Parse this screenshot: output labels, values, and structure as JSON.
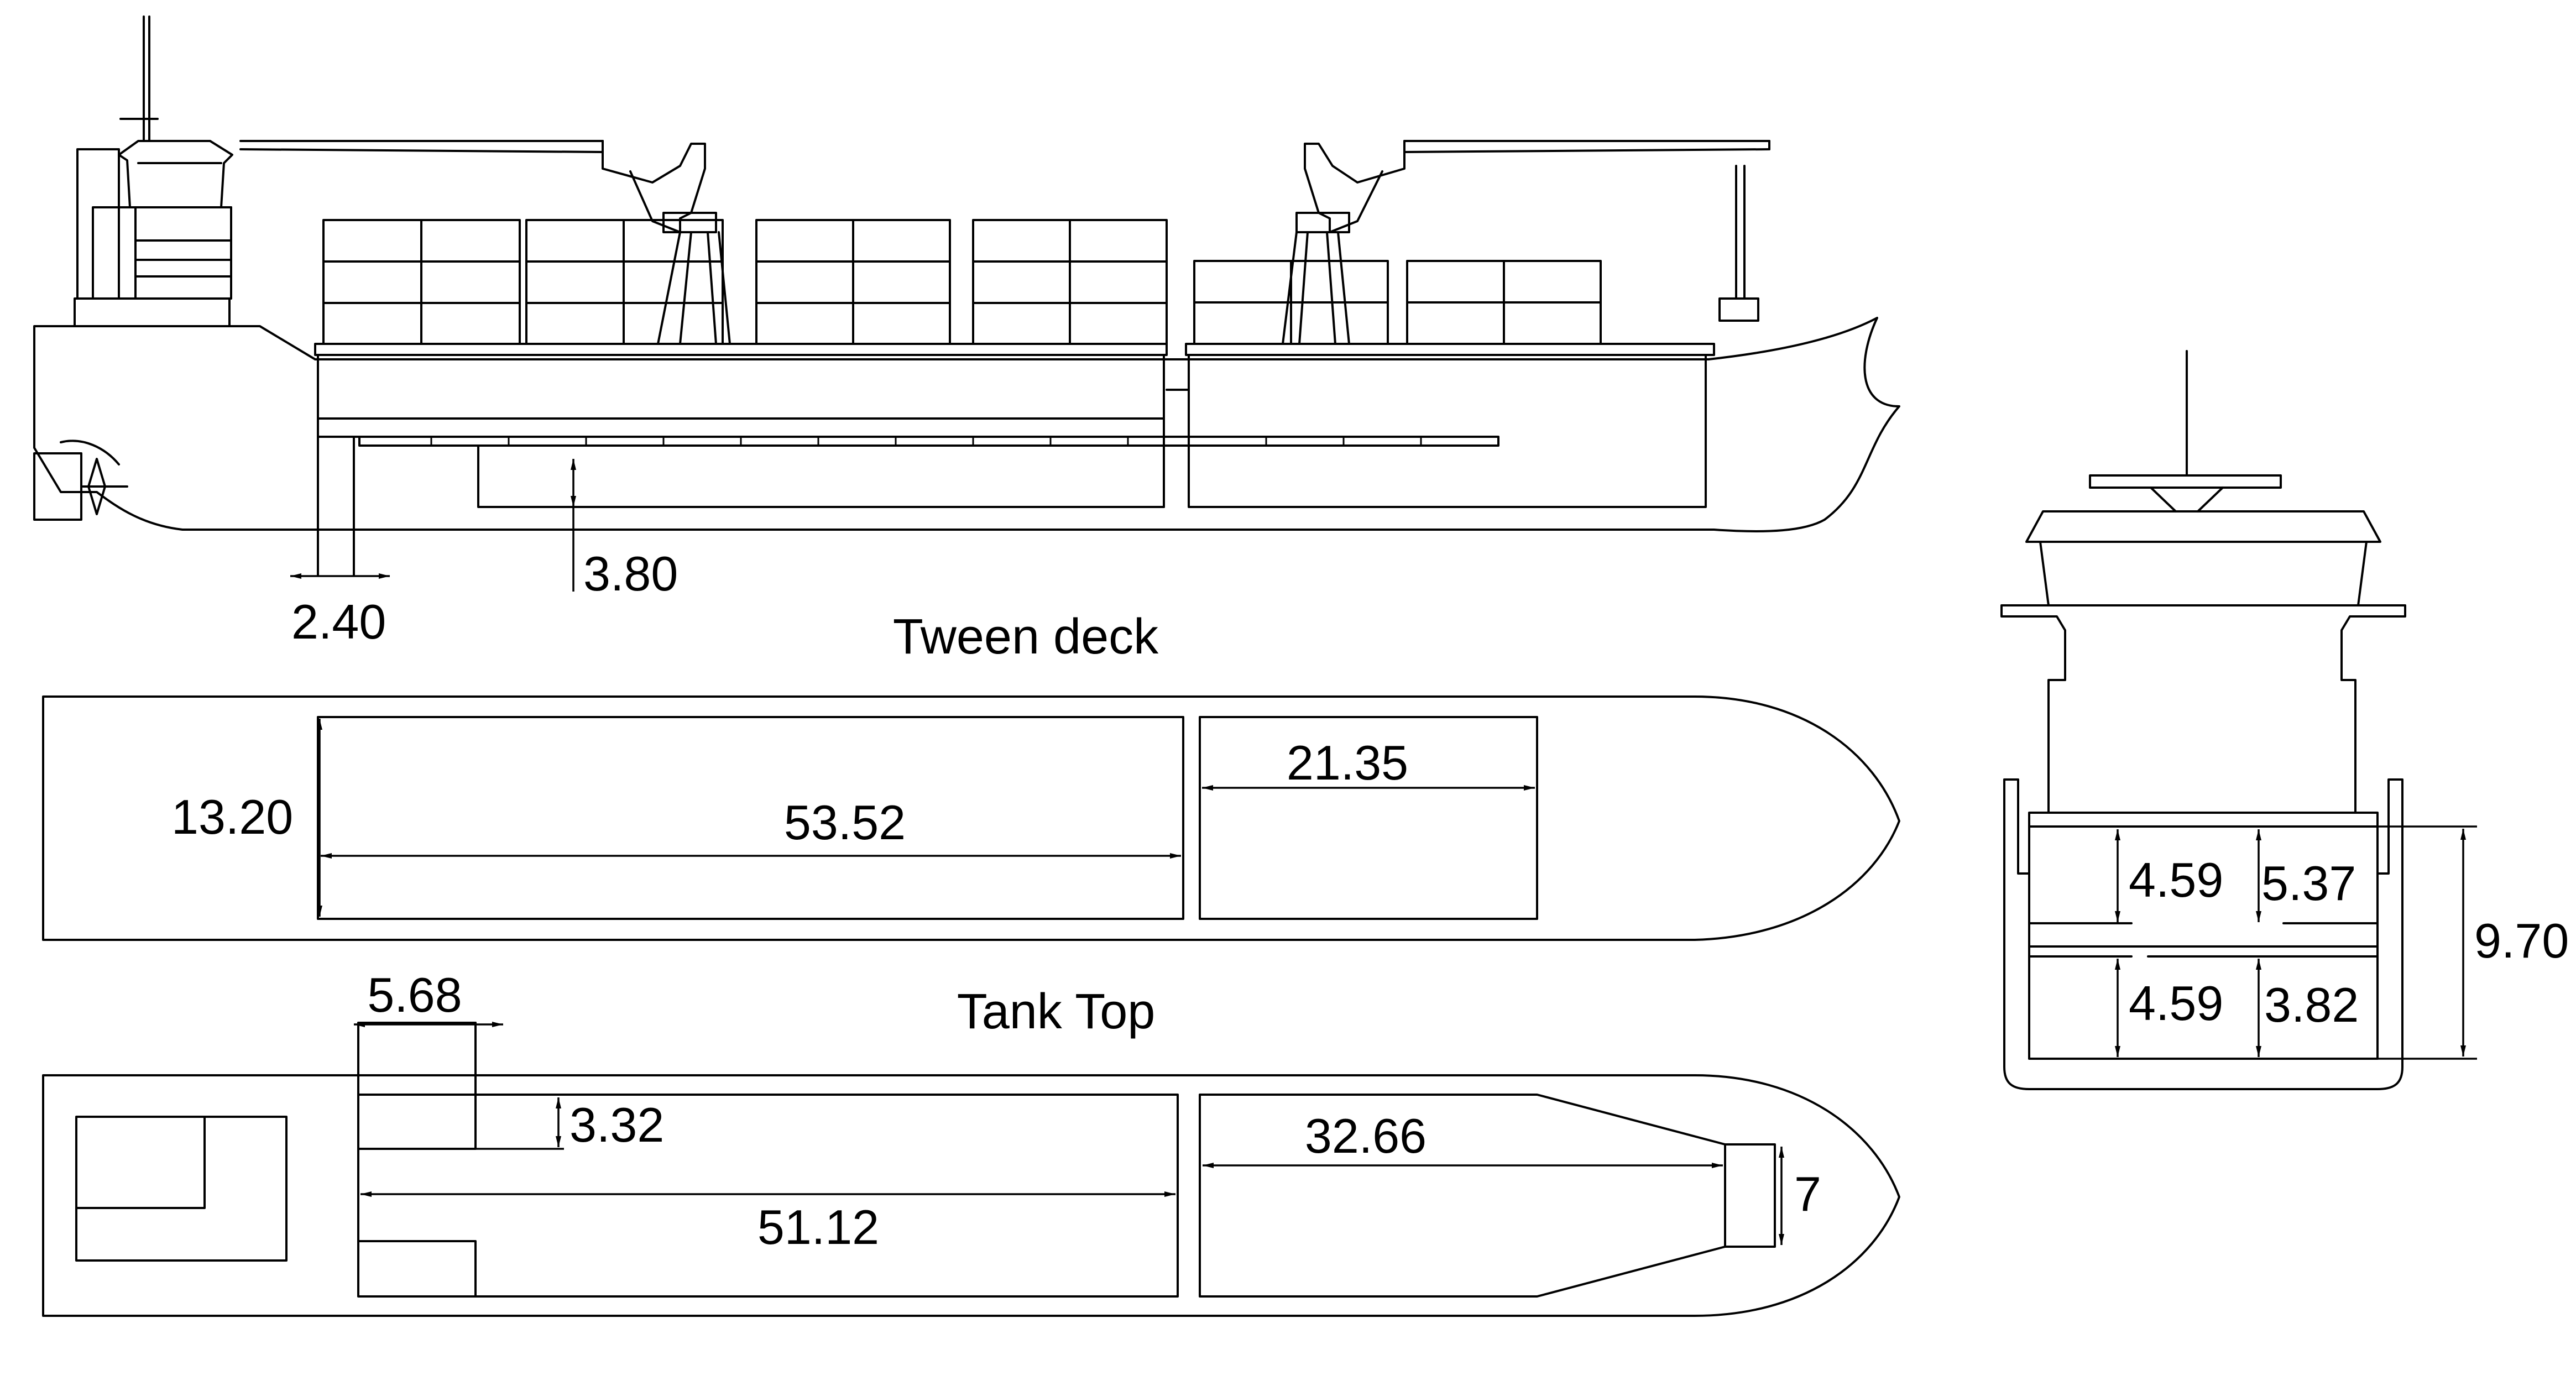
{
  "titles": {
    "tween_deck": "Tween deck",
    "tank_top": "Tank Top"
  },
  "dimensions": {
    "profile_width": "2.40",
    "profile_height": "3.80",
    "tween_beam": "13.20",
    "tween_hold1_length": "53.52",
    "tween_hold2_length": "21.35",
    "tank_recess_width": "5.68",
    "tank_recess_depth": "3.32",
    "tank_hold1_length": "51.12",
    "tank_hold2_length": "32.66",
    "tank_bow_width": "7",
    "section_upper_left": "4.59",
    "section_upper_right": "5.37",
    "section_lower_left": "4.59",
    "section_lower_right": "3.82",
    "section_total_depth": "9.70"
  },
  "colors": {
    "line": "#000000",
    "background": "#ffffff"
  }
}
